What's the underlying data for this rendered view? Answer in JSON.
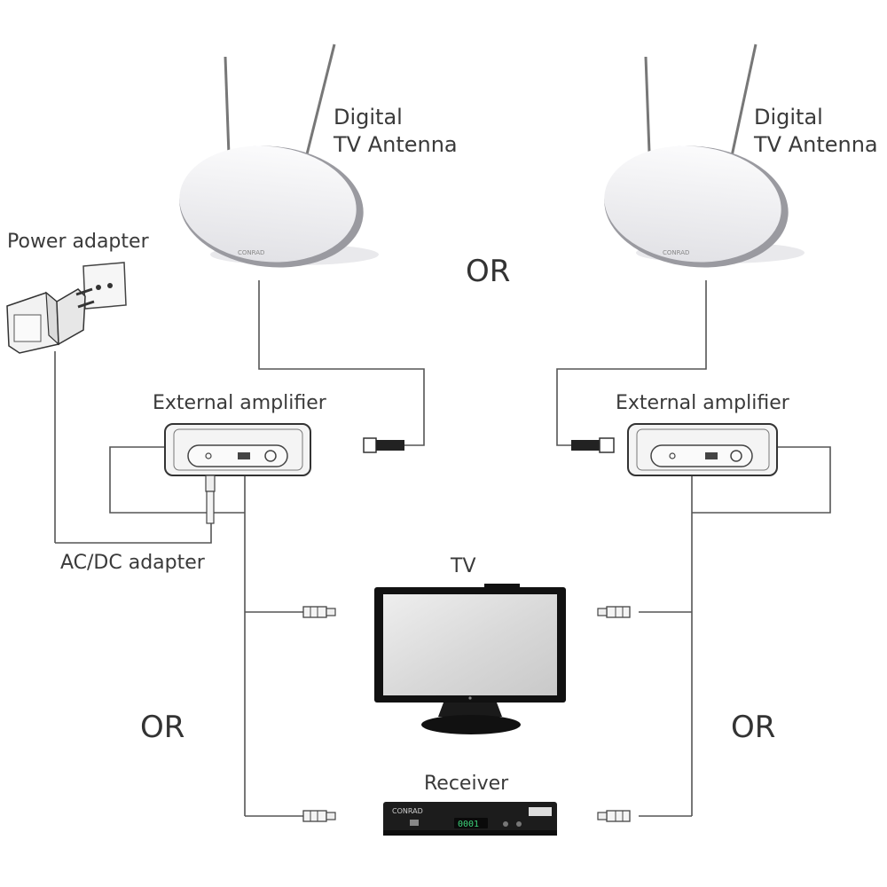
{
  "labels": {
    "antenna_left_line1": "Digital",
    "antenna_left_line2": "TV Antenna",
    "antenna_right_line1": "Digital",
    "antenna_right_line2": "TV Antenna",
    "power_adapter": "Power adapter",
    "amplifier_left": "External amplifier",
    "amplifier_right": "External amplifier",
    "acdc_adapter": "AC/DC adapter",
    "tv": "TV",
    "receiver": "Receiver",
    "or_top": "OR",
    "or_left": "OR",
    "or_right": "OR"
  },
  "device_marks": {
    "antenna_brand": "CONRAD",
    "receiver_brand": "CONRAD",
    "receiver_display": "0001"
  },
  "colors": {
    "line": "#555555",
    "device_outline": "#333333",
    "antenna_fill": "#f2f2f4",
    "screen": "#e6e6e6",
    "receiver_body": "#1c1c1c",
    "receiver_display": "#3cd27a"
  }
}
